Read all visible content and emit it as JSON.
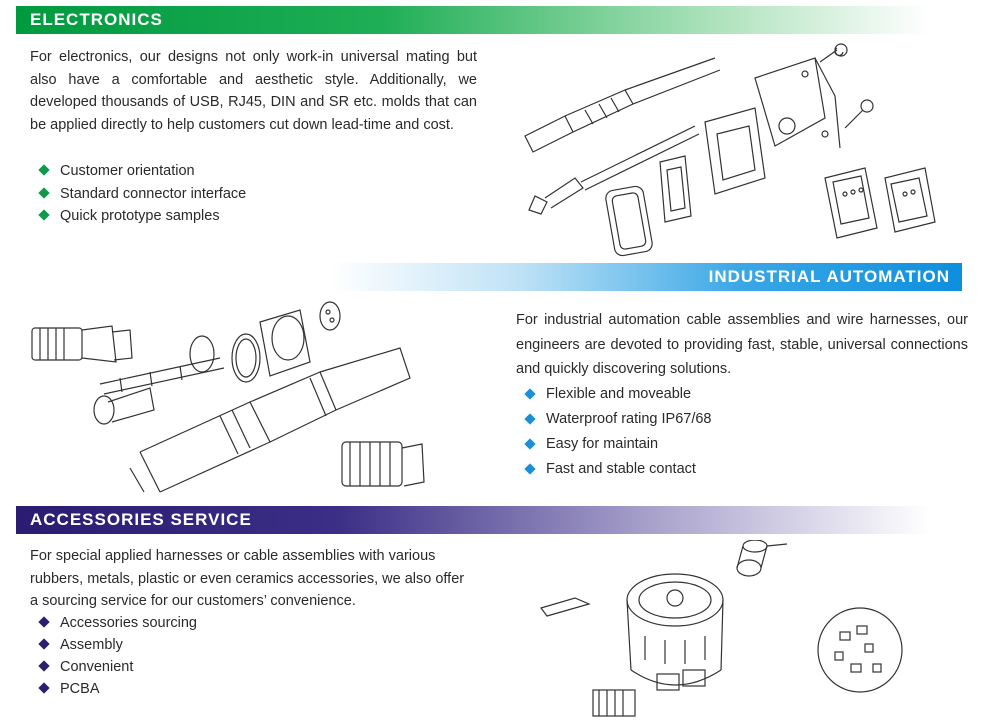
{
  "sections": [
    {
      "title": "ELECTRONICS",
      "paragraph": "For electronics, our designs not only work-in universal mating but also have a comfortable and aesthetic style. Additionally, we developed thousands of USB, RJ45, DIN and SR etc. molds that can be applied directly to help customers cut down lead-time and cost.",
      "bullets": [
        "Customer orientation",
        "Standard connector interface",
        "Quick prototype samples"
      ],
      "accent_color": "#0f9a49"
    },
    {
      "title": "INDUSTRIAL AUTOMATION",
      "paragraph": "For industrial automation cable assemblies and wire harnesses, our engineers are devoted to providing fast, stable, universal connections and quickly discovering solutions.",
      "bullets": [
        "Flexible and moveable",
        "Waterproof rating IP67/68",
        "Easy for maintain",
        "Fast and stable contact"
      ],
      "accent_color": "#1b8fd8"
    },
    {
      "title": "ACCESSORIES SERVICE",
      "paragraph": "For special applied harnesses or cable assemblies with various rubbers, metals, plastic or even ceramics accessories, we also offer a sourcing service for our customers’ convenience.",
      "bullets": [
        "Accessories sourcing",
        "Assembly",
        "Convenient",
        "PCBA"
      ],
      "accent_color": "#2a1f6e"
    }
  ]
}
